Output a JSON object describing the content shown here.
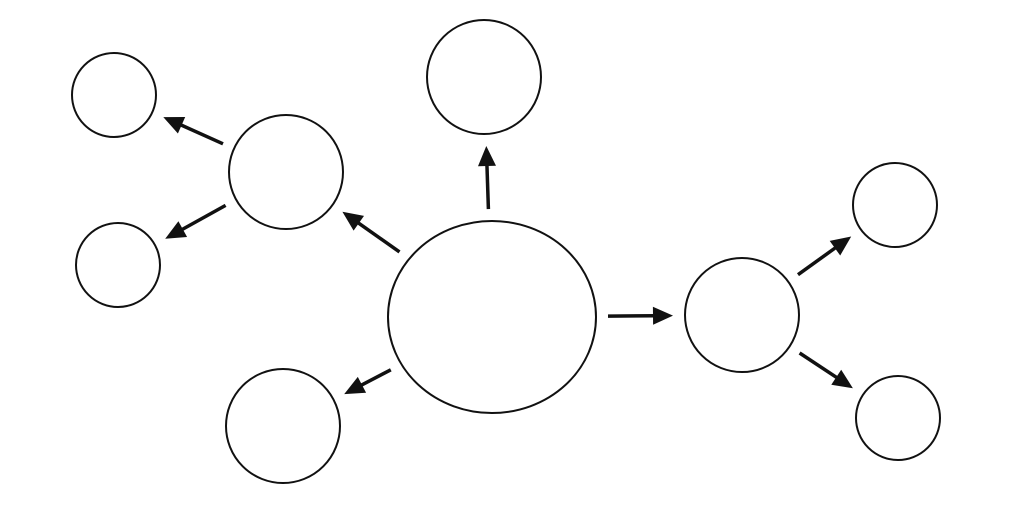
{
  "diagram": {
    "stroke_color": "#111111",
    "fill_color": "#ffffff",
    "nodes": [
      {
        "id": "center",
        "label": ""
      },
      {
        "id": "top",
        "label": ""
      },
      {
        "id": "upper-left",
        "label": ""
      },
      {
        "id": "far-left-top",
        "label": ""
      },
      {
        "id": "far-left-bottom",
        "label": ""
      },
      {
        "id": "lower-left",
        "label": ""
      },
      {
        "id": "right",
        "label": ""
      },
      {
        "id": "far-right-top",
        "label": ""
      },
      {
        "id": "far-right-bottom",
        "label": ""
      }
    ],
    "edges": [
      {
        "from": "center",
        "to": "top"
      },
      {
        "from": "center",
        "to": "upper-left"
      },
      {
        "from": "center",
        "to": "lower-left"
      },
      {
        "from": "center",
        "to": "right"
      },
      {
        "from": "upper-left",
        "to": "far-left-top"
      },
      {
        "from": "upper-left",
        "to": "far-left-bottom"
      },
      {
        "from": "right",
        "to": "far-right-top"
      },
      {
        "from": "right",
        "to": "far-right-bottom"
      }
    ]
  }
}
